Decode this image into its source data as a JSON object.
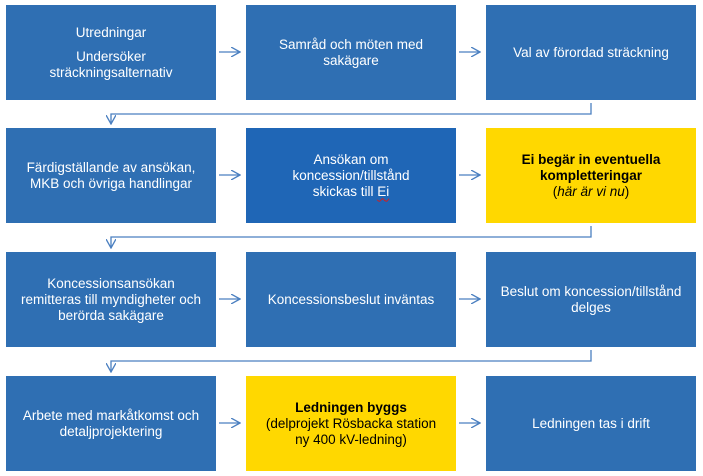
{
  "steps": {
    "utredningar": {
      "line1": "Utredningar",
      "line2": "Undersöker",
      "line3": "sträckningsalternativ"
    },
    "samrad": {
      "line1": "Samråd och möten med",
      "line2": "sakägare"
    },
    "val": {
      "line1": "Val av förordad sträckning"
    },
    "fardigstallande": {
      "line1": "Färdigställande av ansökan,",
      "line2": "MKB och övriga handlingar"
    },
    "ansokan": {
      "line1": "Ansökan om",
      "line2": "koncession/tillstånd",
      "line3_prefix": "skickas till ",
      "line3_word": "Ei"
    },
    "ei_begar": {
      "line1": "Ei begär in eventuella",
      "line2": "kompletteringar",
      "line3_open": "(",
      "line3_italic": "här är vi nu",
      "line3_close": ")"
    },
    "remitteras": {
      "line1": "Koncessionsansökan",
      "line2": "remitteras till myndigheter och",
      "line3": "berörda sakägare"
    },
    "invantas": {
      "line1": "Koncessionsbeslut inväntas"
    },
    "beslut": {
      "line1": "Beslut om koncession/tillstånd",
      "line2": "delges"
    },
    "markatkomst": {
      "line1": "Arbete med markåtkomst och",
      "line2": "detaljprojektering"
    },
    "byggs": {
      "line1": "Ledningen byggs",
      "line2": "(delprojekt Rösbacka station",
      "line3": "ny 400 kV-ledning)"
    },
    "drift": {
      "line1": "Ledningen tas i drift"
    }
  },
  "colors": {
    "box_blue": "#2f6fb3",
    "box_blue_strong": "#1f66b6",
    "box_yellow": "#ffd800",
    "arrow": "#4a7fc0"
  }
}
